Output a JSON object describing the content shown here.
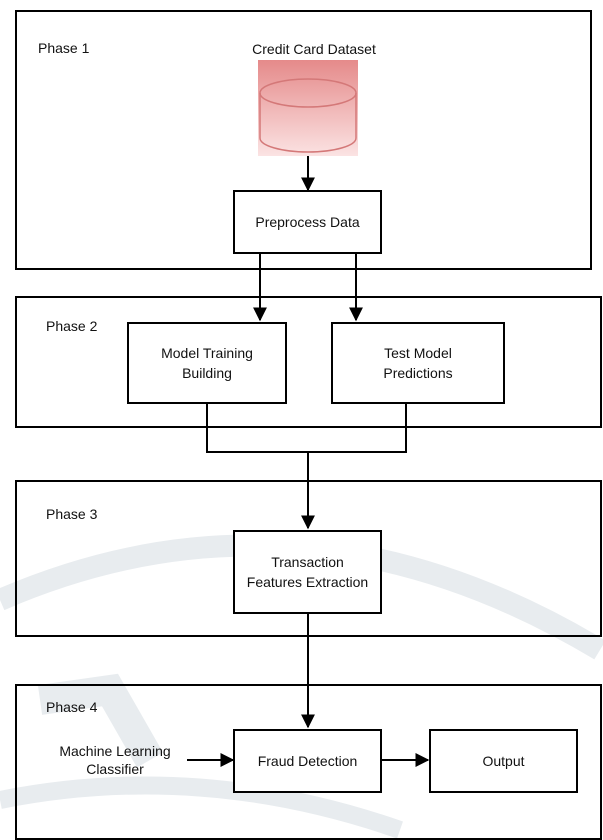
{
  "phases": [
    {
      "label": "Phase 1"
    },
    {
      "label": "Phase 2"
    },
    {
      "label": "Phase 3"
    },
    {
      "label": "Phase 4"
    }
  ],
  "nodes": {
    "dataset_label": "Credit Card Dataset",
    "preprocess": "Preprocess Data",
    "model_training_line1": "Model Training",
    "model_training_line2": "Building",
    "test_model_line1": "Test Model",
    "test_model_line2": "Predictions",
    "transaction_line1": "Transaction",
    "transaction_line2": "Features Extraction",
    "ml_classifier_line1": "Machine Learning",
    "ml_classifier_line2": "Classifier",
    "fraud_detection": "Fraud Detection",
    "output": "Output"
  },
  "colors": {
    "line": "#000000",
    "database_fill_top": "#e58a8a",
    "database_fill_bottom": "#fbe3e3",
    "watermark": "#e8ecef"
  },
  "icons": {
    "database": "database-cylinder-icon"
  }
}
